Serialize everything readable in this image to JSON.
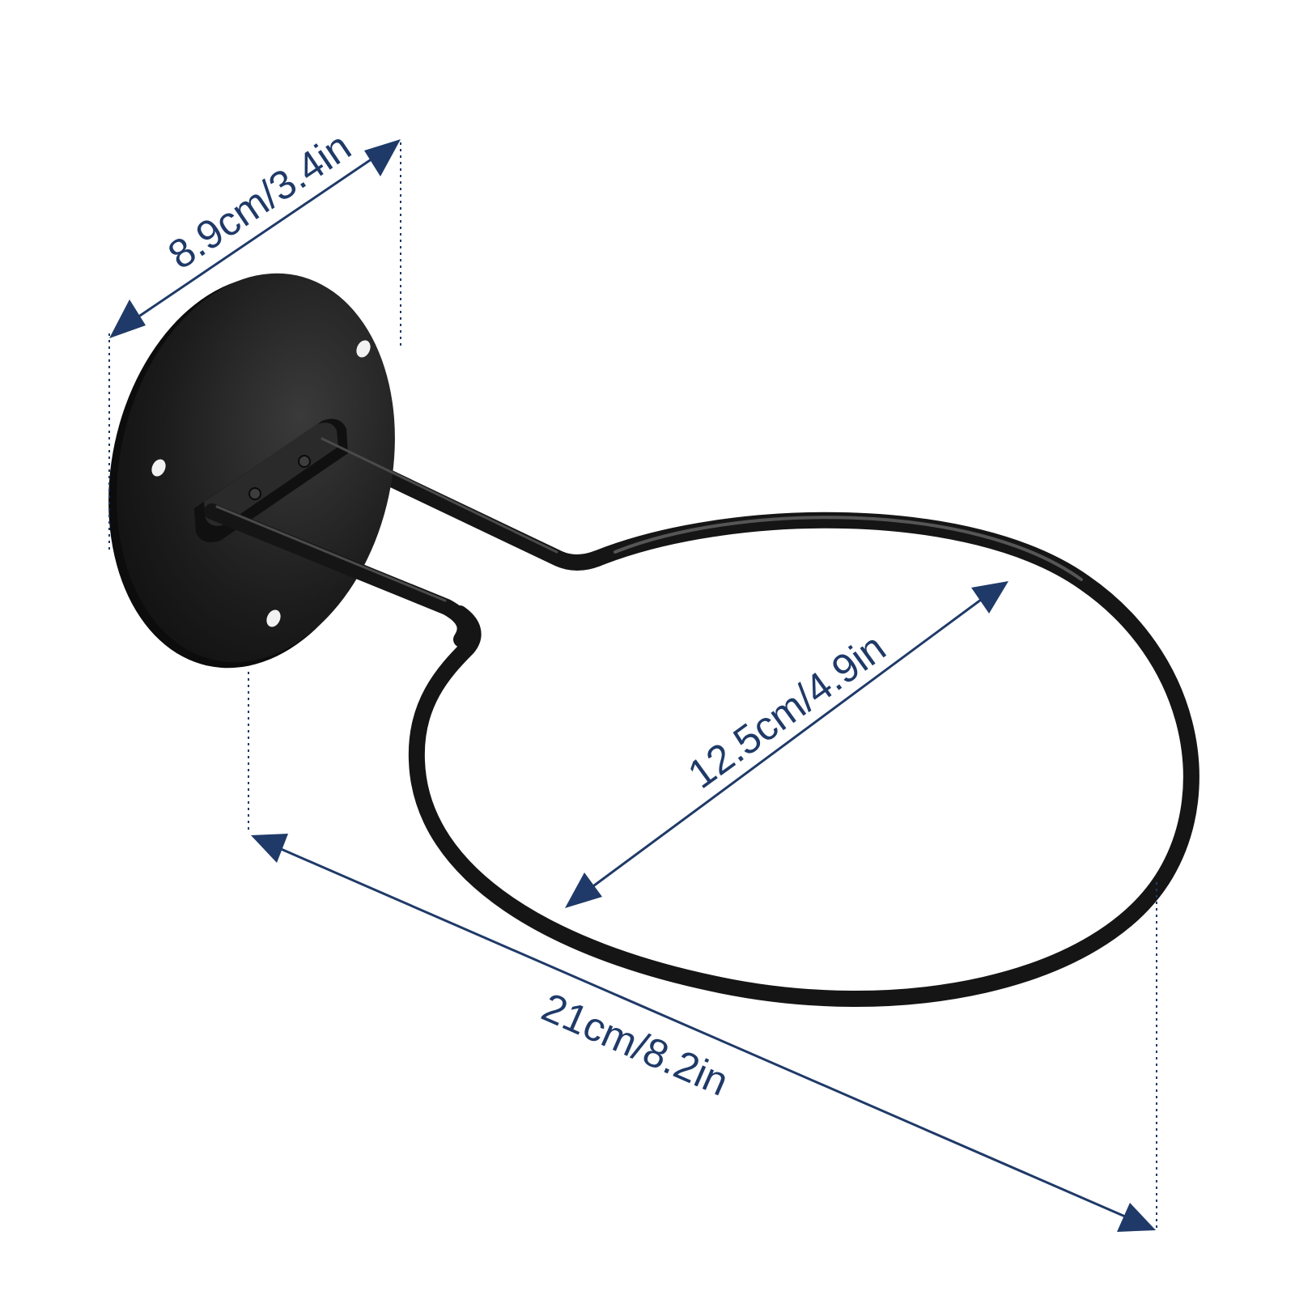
{
  "dimensions": {
    "plate_width": "8.9cm/3.4in",
    "ring_diameter": "12.5cm/4.9in",
    "total_depth": "21cm/8.2in"
  },
  "colors": {
    "dimension": "#1f3a68",
    "metal": "#141414",
    "background": "#ffffff"
  }
}
